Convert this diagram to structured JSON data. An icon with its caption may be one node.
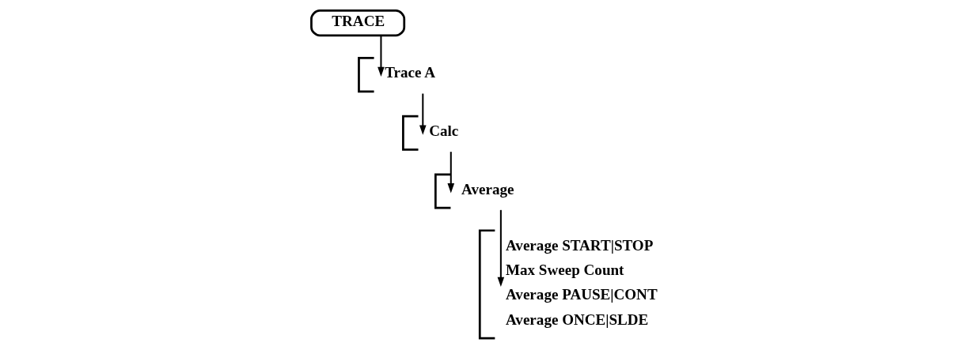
{
  "diagram": {
    "nodes": [
      {
        "text": [
          "TRACE"
        ]
      },
      {
        "text": [
          "Trace A"
        ]
      },
      {
        "text": [
          "Calc"
        ]
      },
      {
        "text": [
          "Average"
        ]
      },
      {
        "text": [
          "Average START|STOP",
          "Max Sweep Count",
          "Average PAUSE|CONT",
          "Average ONCE|SLDE"
        ]
      }
    ],
    "edges": [
      {
        "from": 0,
        "to": 1,
        "arrow": "to"
      },
      {
        "from": 1,
        "to": 2,
        "arrow": "to"
      },
      {
        "from": 2,
        "to": 3,
        "arrow": "to"
      },
      {
        "from": 3,
        "to": 4,
        "arrow": "to"
      }
    ]
  }
}
